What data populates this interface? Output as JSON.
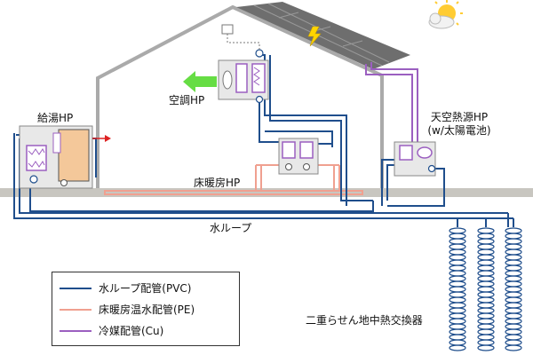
{
  "labels": {
    "water_heater_hp": "給湯HP",
    "air_conditioning_hp": "空調HP",
    "floor_heating_hp": "床暖房HP",
    "air_source_hp_line1": "天空熱源HP",
    "air_source_hp_line2": "(w/太陽電池)",
    "water_loop": "水ループ",
    "ground_exchanger": "二重らせん地中熱交換器"
  },
  "legend": {
    "items": [
      {
        "label": "水ループ配管(PVC)",
        "color": "#1f4e8c"
      },
      {
        "label": "床暖房温水配管(PE)",
        "color": "#f0a090"
      },
      {
        "label": "冷媒配管(Cu)",
        "color": "#9b5fc0"
      }
    ]
  },
  "colors": {
    "water_pipe": "#1f4e8c",
    "floor_pipe": "#f0a090",
    "refrigerant_pipe": "#9b5fc0",
    "house_outline": "#aaaaaa",
    "ground": "#c8c6c0",
    "solar_panel": "#6e6e6e",
    "airflow_arrow": "#66dd44",
    "hot_water_arrow": "#dd2222",
    "lightning": "#ffd500",
    "tank": "#f4c89a",
    "sun": "#ffcc33"
  },
  "icons": [
    "sun-cloud-icon",
    "lightning-icon",
    "airflow-arrow-icon",
    "hot-water-arrow-icon"
  ]
}
